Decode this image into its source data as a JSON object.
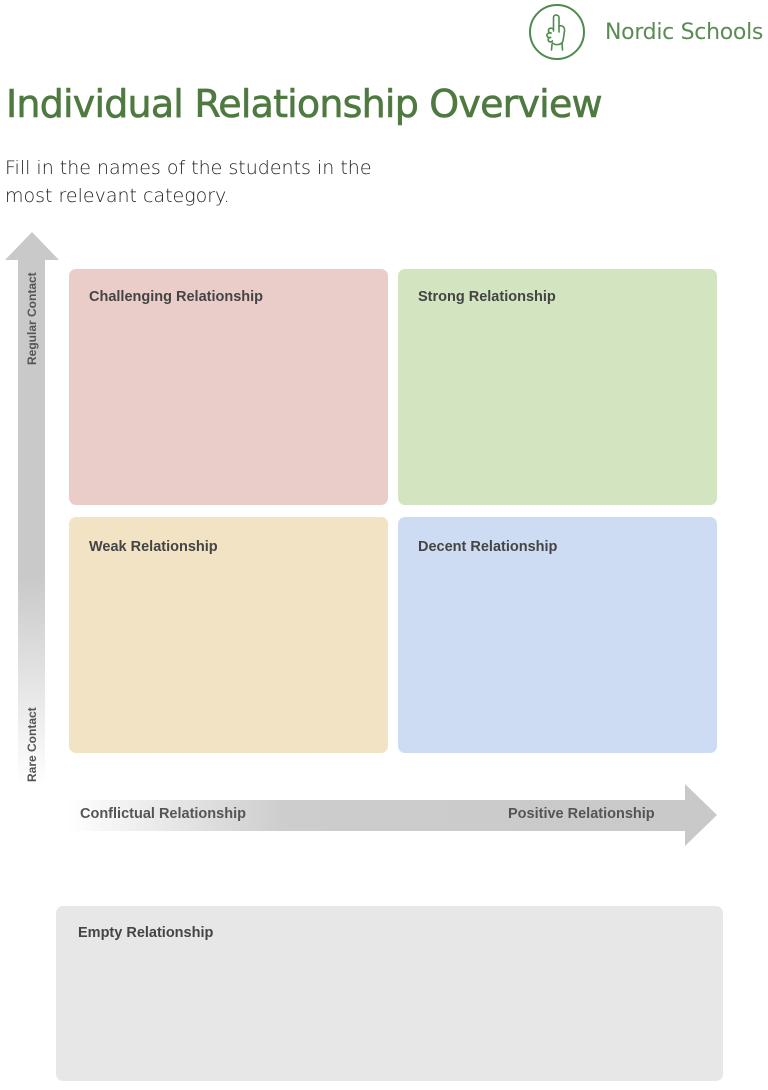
{
  "logo": {
    "text": "Nordic Schools",
    "icon": "raised-finger-hand-icon",
    "color": "#4f8a4f"
  },
  "header": {
    "title": "Individual Relationship Overview",
    "title_color": "#4e7a41",
    "instructions": "Fill in the names of the students in the most relevant category."
  },
  "axes": {
    "vertical": {
      "top_label": "Regular Contact",
      "bottom_label": "Rare Contact"
    },
    "horizontal": {
      "left_label": "Conflictual Relationship",
      "right_label": "Positive Relationship"
    }
  },
  "quadrants": [
    {
      "label": "Challenging Relationship",
      "color": "#eacdc9"
    },
    {
      "label": "Strong Relationship",
      "color": "#d3e5c0"
    },
    {
      "label": "Weak Relationship",
      "color": "#f1e3c3"
    },
    {
      "label": "Decent Relationship",
      "color": "#cedcf3"
    }
  ],
  "empty_box": {
    "label": "Empty Relationship",
    "color": "#e7e7e7"
  }
}
